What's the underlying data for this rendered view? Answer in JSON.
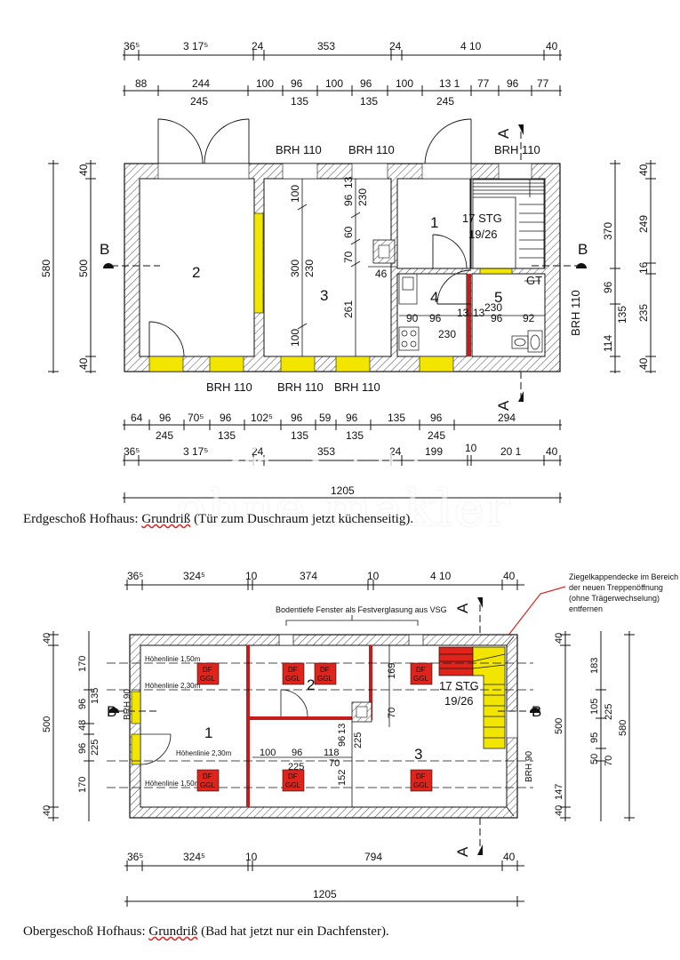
{
  "captions": {
    "ground_before": "Erdgeschoß Hofhaus: ",
    "ground_squiggle": "Grundriß",
    "ground_after": " (Tür zum Duschraum jetzt küchenseitig).",
    "upper_before": "Obergeschoß Hofhaus: ",
    "upper_squiggle": "Grundriß",
    "upper_after": " (Bad hat jetzt nur ein Dachfenster)."
  },
  "watermark": "ohne makler",
  "ground": {
    "top_row1": [
      "36⁵",
      "3 17⁵",
      "24",
      "353",
      "24",
      "4 10",
      "40"
    ],
    "top_row2": [
      "88",
      "244",
      "100",
      "96",
      "100",
      "96",
      "100",
      "13 1",
      "77",
      "96",
      "77"
    ],
    "top_row2_sub": [
      "245",
      "135",
      "135",
      "245"
    ],
    "brh_top": [
      "BRH 110",
      "BRH 110",
      "BRH 110"
    ],
    "brh_bottom": [
      "BRH 110",
      "BRH 110",
      "BRH 110"
    ],
    "brh_right": "BRH 110",
    "left_dims": [
      "580",
      "500",
      "40",
      "40"
    ],
    "right_dims": [
      "370",
      "249",
      "16",
      "96",
      "135",
      "235",
      "114",
      "40",
      "40"
    ],
    "rooms": [
      "2",
      "3",
      "1",
      "4",
      "5"
    ],
    "stair": [
      "17 STG",
      "19/26"
    ],
    "gt": "GT",
    "section_letters": [
      "A",
      "A",
      "B",
      "B"
    ],
    "room3_dims": [
      "100",
      "300",
      "230",
      "100",
      "96",
      "13",
      "230",
      "60",
      "70",
      "261"
    ],
    "kitchen_dims": [
      "46",
      "90",
      "96",
      "13",
      "13",
      "96",
      "92",
      "230",
      "230"
    ],
    "bottom_row1": [
      "64",
      "96",
      "70⁵",
      "96",
      "102⁵",
      "96",
      "59",
      "96",
      "135",
      "96",
      "294"
    ],
    "bottom_row1_sub": [
      "245",
      "135",
      "135",
      "135",
      "245"
    ],
    "bottom_row2": [
      "36⁵",
      "3 17⁵",
      "24",
      "353",
      "24",
      "199",
      "10",
      "20 1",
      "40"
    ],
    "total": "1205"
  },
  "upper": {
    "top_row": [
      "36⁵",
      "324⁵",
      "10",
      "374",
      "10",
      "4 10",
      "40"
    ],
    "note_title": "Bodentiefe Fenster als Festverglasung aus VSG",
    "note_right": [
      "Ziegelkappendecke im Bereich",
      "der neuen Treppenöffnung",
      "(ohne Trägerwechselung)",
      "entfernen"
    ],
    "hoehen": [
      "Höhenlinie 1,50m",
      "Höhenlinie 2,30m",
      "Höhenlinie 2,30m",
      "Höhenlinie 1,50m"
    ],
    "df": [
      "DF",
      "GGL"
    ],
    "rooms": [
      "1",
      "2",
      "3"
    ],
    "stair": [
      "17 STG",
      "19/26"
    ],
    "brh_left": "BRH 90",
    "brh_right": "BRH 90",
    "left_dims": [
      "40",
      "170",
      "135",
      "96",
      "48",
      "500",
      "96",
      "225",
      "170",
      "40"
    ],
    "right_dims": [
      "40",
      "183",
      "105",
      "225",
      "95",
      "50",
      "500",
      "580",
      "70",
      "147",
      "40"
    ],
    "inner_dims": [
      "169",
      "70",
      "13",
      "96",
      "225",
      "100",
      "96",
      "225",
      "118",
      "70",
      "152"
    ],
    "section_letters": [
      "A",
      "A",
      "B",
      "B"
    ],
    "bottom_row": [
      "36⁵",
      "324⁵",
      "10",
      "794",
      "40"
    ],
    "total": "1205"
  }
}
